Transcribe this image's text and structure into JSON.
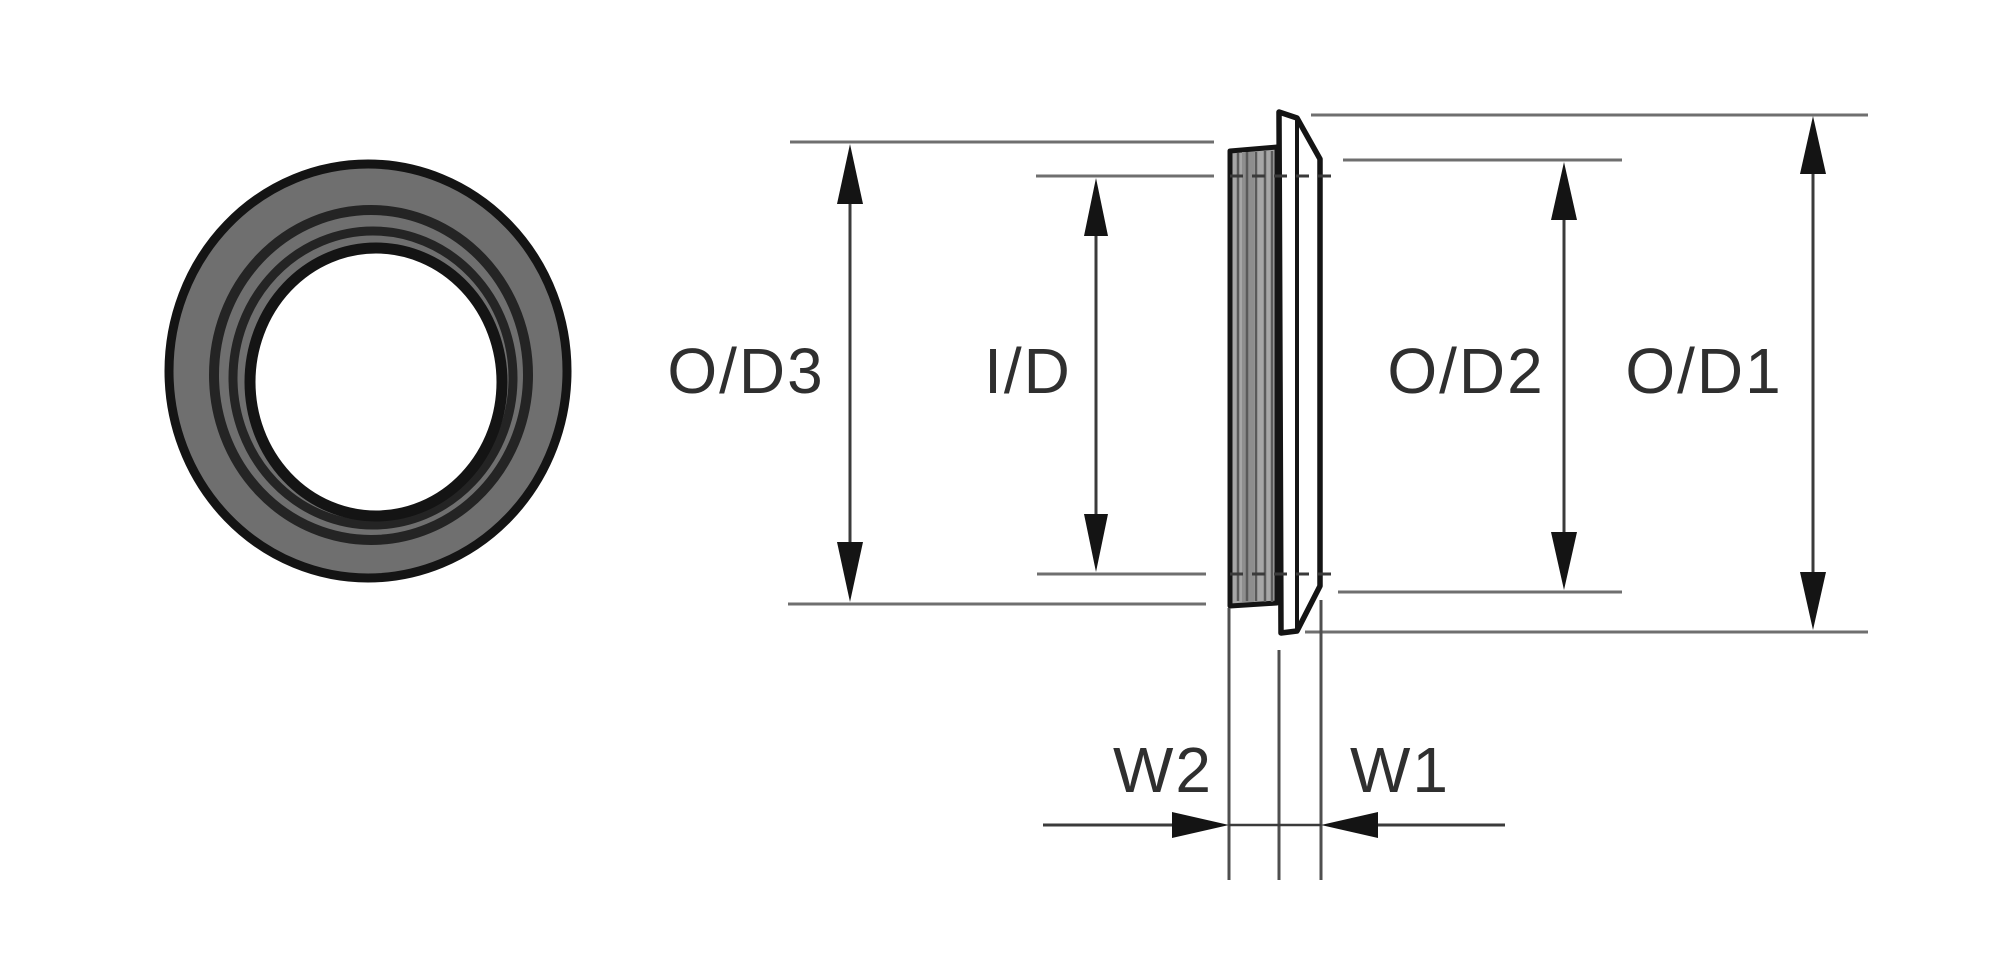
{
  "drawing": {
    "type": "seal-dimension-diagram",
    "views": {
      "front": "ring-front-view",
      "side": "cross-section-side-view"
    },
    "labels": {
      "od3": "O/D3",
      "id": "I/D",
      "od2": "O/D2",
      "od1": "O/D1",
      "w2": "W2",
      "w1": "W1"
    },
    "colors": {
      "background": "#ffffff",
      "extension_line": "#6f6f6f",
      "dimension_line": "#3b3b3b",
      "arrowhead": "#141414",
      "part_outline": "#141414",
      "ring_fill": "#6f6f6f",
      "ring_hole_fill": "#ffffff",
      "rubber_fill": "#a6a6a6",
      "rubber_band_fill": "#8e8e8e",
      "flange_fill": "#ffffff",
      "label_text": "#2f2f2f"
    }
  }
}
